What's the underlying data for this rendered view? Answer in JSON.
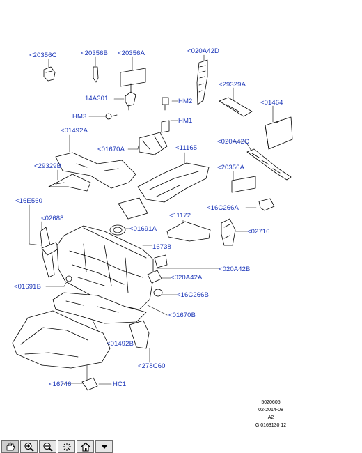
{
  "diagram": {
    "labels": {
      "l20356C": "<20356C",
      "l20356B": "<20356B",
      "l20356A_top": "<20356A",
      "l020A42D": "<020A42D",
      "l29329A": "<29329A",
      "l14A301": "14A301",
      "lHM2": "HM2",
      "l01464": "<01464",
      "lHM3": "HM3",
      "lHM1": "HM1",
      "l01492A": "<01492A",
      "l020A42C": "<020A42C",
      "l01670A": "<01670A",
      "l11165": "<11165",
      "l29329B": "<29329B",
      "l20356A_mid": "<20356A",
      "l16E560": "<16E560",
      "l16C266A": "<16C266A",
      "l02688": "<02688",
      "l11172": "<11172",
      "l01691A": "<01691A",
      "l02716": "<02716",
      "l16738": "16738",
      "l020A42B": "<020A42B",
      "l01691B": "<01691B",
      "l020A42A": "<020A42A",
      "l16C266B": "<16C266B",
      "l01670B": "<01670B",
      "l01492B": "<01492B",
      "l278C60": "<278C60",
      "l16746": "<16746",
      "lHC1": "HC1"
    },
    "footer": {
      "code": "5020605",
      "date": "02-2014-08",
      "rev": "A2",
      "ref": "G 0163130 12"
    }
  },
  "toolbar": {
    "buttons": [
      "pan-icon",
      "zoom-in-icon",
      "zoom-out-icon",
      "select-icon",
      "home-icon",
      "menu-down-icon"
    ]
  },
  "colors": {
    "label": "#1a35b8",
    "line": "#000000",
    "part_fill": "#ffffff",
    "toolbar_bg": "#e6e6e6"
  }
}
